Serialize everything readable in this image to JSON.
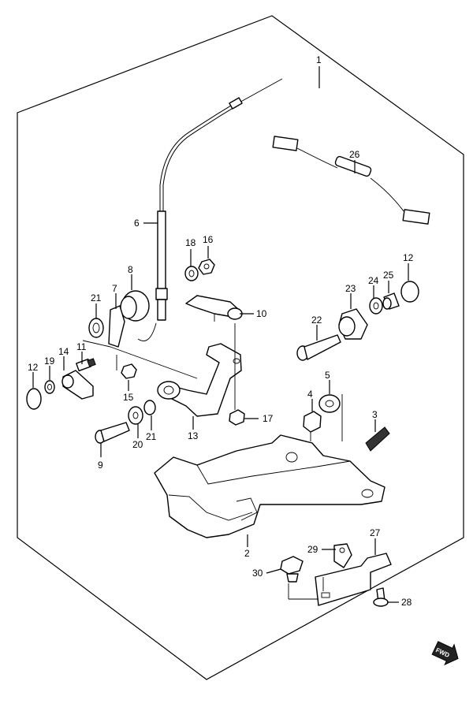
{
  "diagram": {
    "callouts": [
      {
        "id": "c1",
        "text": "1"
      },
      {
        "id": "c2",
        "text": "2"
      },
      {
        "id": "c3",
        "text": "3"
      },
      {
        "id": "c4",
        "text": "4"
      },
      {
        "id": "c5",
        "text": "5"
      },
      {
        "id": "c6",
        "text": "6"
      },
      {
        "id": "c7",
        "text": "7"
      },
      {
        "id": "c8",
        "text": "8"
      },
      {
        "id": "c9",
        "text": "9"
      },
      {
        "id": "c10",
        "text": "10"
      },
      {
        "id": "c11",
        "text": "11"
      },
      {
        "id": "c12a",
        "text": "12"
      },
      {
        "id": "c12b",
        "text": "12"
      },
      {
        "id": "c13",
        "text": "13"
      },
      {
        "id": "c14",
        "text": "14"
      },
      {
        "id": "c15",
        "text": "15"
      },
      {
        "id": "c16",
        "text": "16"
      },
      {
        "id": "c17",
        "text": "17"
      },
      {
        "id": "c18",
        "text": "18"
      },
      {
        "id": "c19",
        "text": "19"
      },
      {
        "id": "c20",
        "text": "20"
      },
      {
        "id": "c21a",
        "text": "21"
      },
      {
        "id": "c21b",
        "text": "21"
      },
      {
        "id": "c22",
        "text": "22"
      },
      {
        "id": "c23",
        "text": "23"
      },
      {
        "id": "c24",
        "text": "24"
      },
      {
        "id": "c25",
        "text": "25"
      },
      {
        "id": "c26",
        "text": "26"
      },
      {
        "id": "c27",
        "text": "27"
      },
      {
        "id": "c28",
        "text": "28"
      },
      {
        "id": "c29",
        "text": "29"
      },
      {
        "id": "c30",
        "text": "30"
      }
    ],
    "fwd_label": "FWD"
  }
}
